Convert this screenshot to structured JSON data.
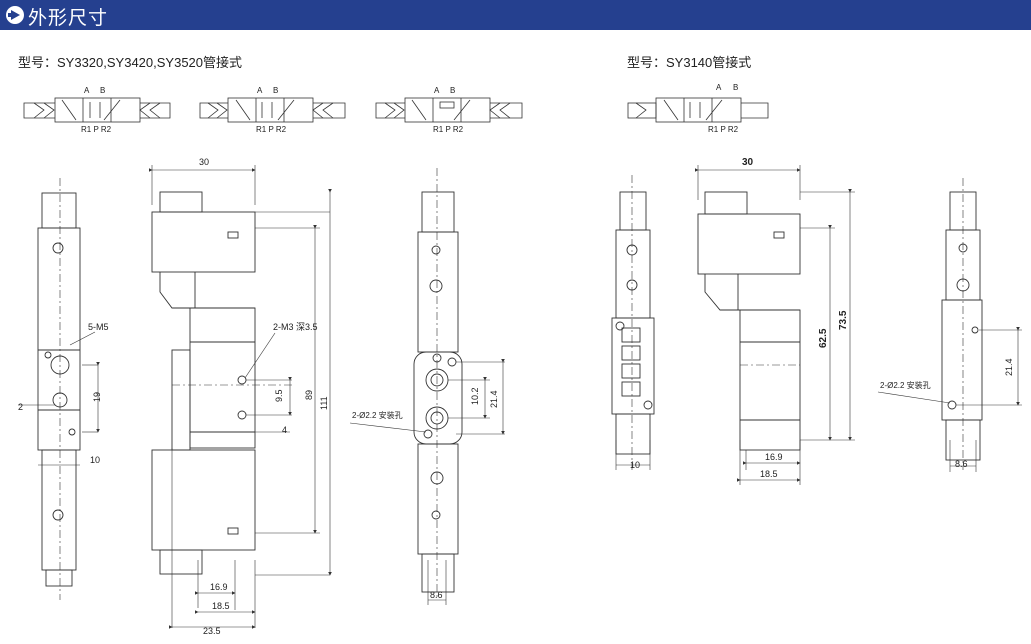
{
  "header": {
    "title": "外形尺寸"
  },
  "models": {
    "left": "型号：SY3320,SY3420,SY3520管接式",
    "right": "型号：SY3140管接式"
  },
  "ports": {
    "a": "A",
    "b": "B",
    "bottom": "R1 P R2"
  },
  "dims": {
    "d30": "30",
    "d30b": "30",
    "m5": "5-M5",
    "d2": "2",
    "d19": "19",
    "d10": "10",
    "m3": "2-M3 深3.5",
    "d9_5": "9.5",
    "d4": "4",
    "d89": "89",
    "d111": "111",
    "d16_9": "16.9",
    "d18_5": "18.5",
    "d23_5": "23.5",
    "hole_l": "2-Ø2.2 安装孔",
    "d10_2": "10.2",
    "d21_4": "21.4",
    "d8_6": "8.6",
    "d62_5": "62.5",
    "d73_5": "73.5",
    "d16_9b": "16.9",
    "d18_5b": "18.5",
    "d10b": "10",
    "hole_r": "2-Ø2.2 安装孔",
    "d21_4b": "21.4",
    "d8_6b": "8.6"
  }
}
